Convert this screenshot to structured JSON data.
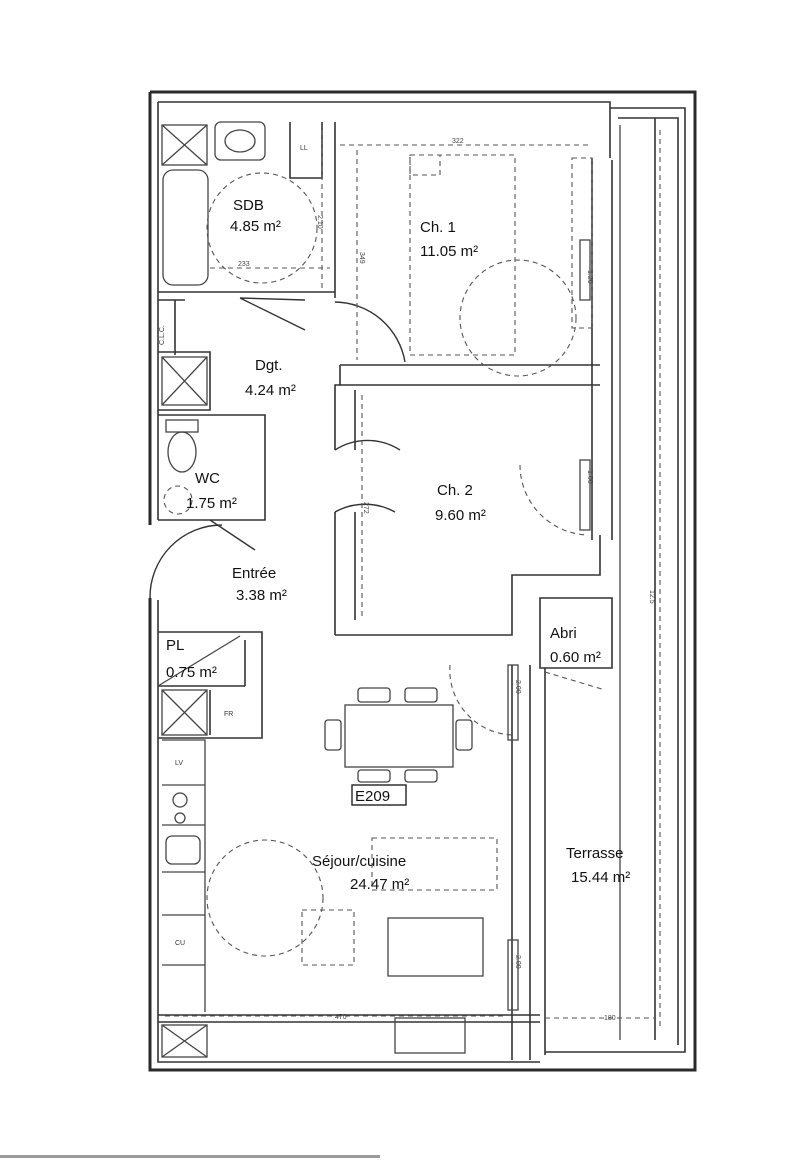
{
  "plan": {
    "unit_id": "E209",
    "rooms": {
      "sdb": {
        "name": "SDB",
        "area": "4.85 m²"
      },
      "ch1": {
        "name": "Ch. 1",
        "area": "11.05 m²"
      },
      "dgt": {
        "name": "Dgt.",
        "area": "4.24 m²"
      },
      "wc": {
        "name": "WC",
        "area": "1.75 m²"
      },
      "ch2": {
        "name": "Ch. 2",
        "area": "9.60 m²"
      },
      "entree": {
        "name": "Entrée",
        "area": "3.38 m²"
      },
      "pl": {
        "name": "PL",
        "area": "0.75 m²"
      },
      "abri": {
        "name": "Abri",
        "area": "0.60 m²"
      },
      "sejour": {
        "name": "Séjour/cuisine",
        "area": "24.47 m²"
      },
      "terrasse": {
        "name": "Terrasse",
        "area": "15.44 m²"
      }
    },
    "fixture_tags": {
      "ll": "LL",
      "clic": "C.L.C.",
      "fr": "FR",
      "lv": "LV",
      "cu": "CU"
    },
    "dimensions": {
      "sdb_width": "233",
      "sdb_height": "2.10",
      "ch1_width": "322",
      "ch1_height": "349",
      "ch2_depth": "272",
      "sejour_width": "470",
      "terrasse_length": "12.5",
      "window_ch1": "1.20",
      "window_ch2": "1.00",
      "window_sejour_1": "2.00",
      "window_sejour_2": "2.00",
      "terrasse_width": "180"
    }
  }
}
